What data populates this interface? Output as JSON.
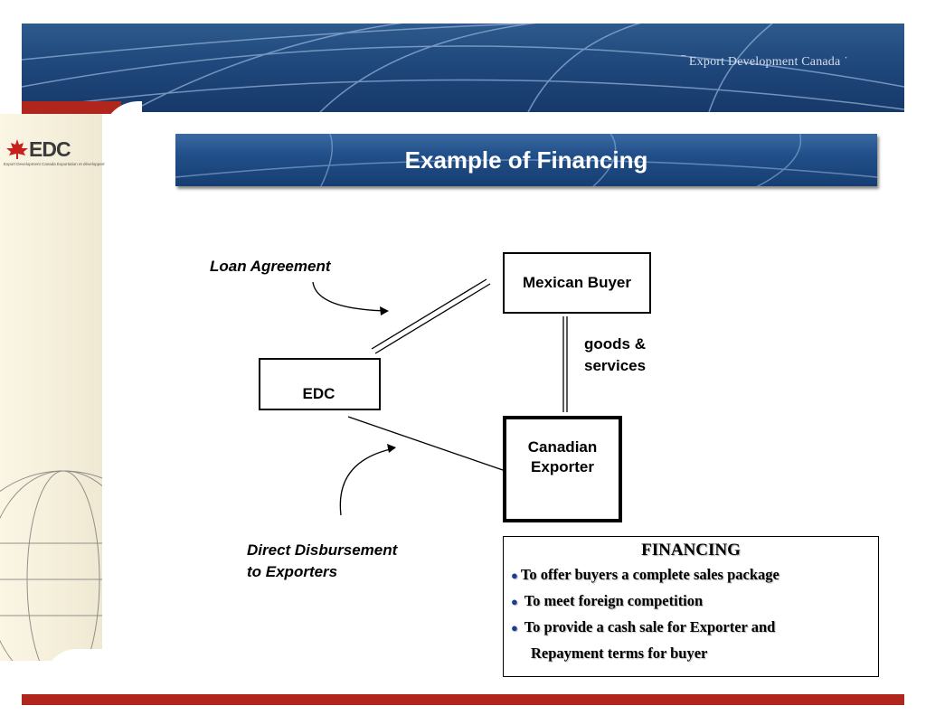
{
  "header": {
    "org_name": "Export Development Canada"
  },
  "logo": {
    "text": "EDC",
    "subtitle": "Export Development Canada Exportation et développement Canada"
  },
  "slide": {
    "title": "Example of Financing"
  },
  "diagram": {
    "nodes": {
      "buyer": "Mexican Buyer",
      "edc": "EDC",
      "exporter_line1": "Canadian",
      "exporter_line2": "Exporter"
    },
    "labels": {
      "loan": "Loan Agreement",
      "goods_line1": "goods &",
      "goods_line2": "services",
      "disb_line1": "Direct Disbursement",
      "disb_line2": "to Exporters"
    }
  },
  "financing": {
    "title": "FINANCING",
    "items": [
      "To offer buyers a complete sales package",
      "To meet foreign competition",
      "To provide a cash sale for Exporter and",
      "Repayment terms for buyer"
    ]
  },
  "colors": {
    "banner_blue": "#1f487c",
    "accent_red": "#b1261c",
    "bullet_blue": "#1a3d8f"
  }
}
